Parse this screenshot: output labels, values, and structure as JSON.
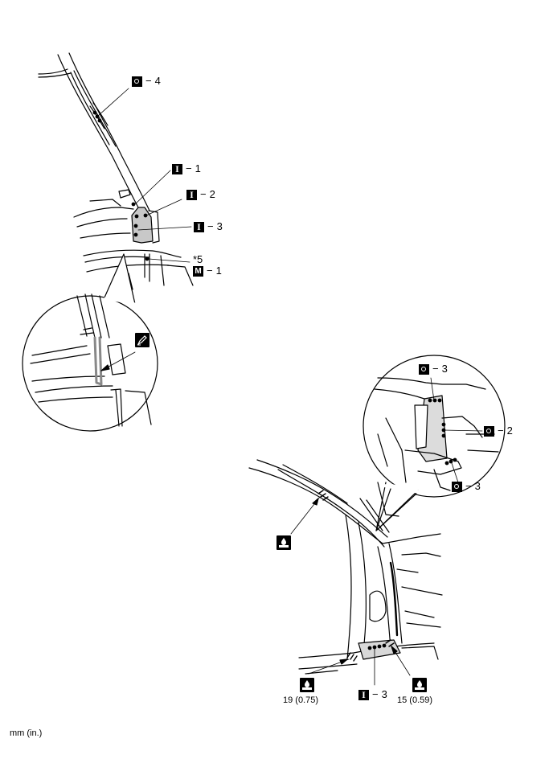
{
  "labels": {
    "o4": "4",
    "i1": "1",
    "i2": "2",
    "i3_top": "3",
    "star5": "*5",
    "m1": "1",
    "o3_top": "3",
    "o2": "2",
    "o3_bottom": "3",
    "i3_bottom": "3"
  },
  "dash": "−",
  "torque": {
    "left": "19 (0.75)",
    "right": "15 (0.59)"
  },
  "units": "mm (in.)",
  "icons": {
    "O": "spot-weld-symbol",
    "I": "weld-type-i-symbol",
    "M": "mig-weld-symbol",
    "pencil": "marking-pen-icon",
    "sealer": "sealer-application-icon"
  }
}
